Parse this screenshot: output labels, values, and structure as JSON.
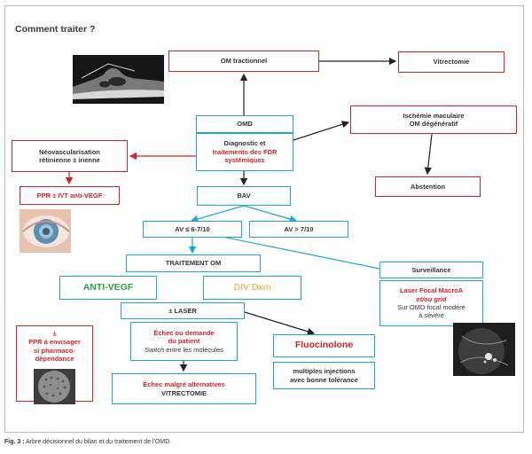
{
  "title": "Comment traiter ?",
  "nodes": {
    "om_tractionnel": "OM tractionnel",
    "vitrectomie": "Vitrectomie",
    "omd": "OMD",
    "diagnostic_line1": "Diagnostic et",
    "diagnostic_line2": "traitements des FDR",
    "diagnostic_line3": "systémiques",
    "ischemie_line1": "Ischémie maculaire",
    "ischemie_line2": "OM dégénératif",
    "neovasc_line1": "Néovascularisation",
    "neovasc_line2": "rétinienne ± irienne",
    "ppr_ivt": "PPR ± IVT anti-VEGF",
    "abstention": "Abstention",
    "bav": "BAV",
    "av_low": "AV ≤ 6-7/10",
    "av_high": "AV > 7/10",
    "traitement_om": "TRAITEMENT OM",
    "anti_vegf": "ANTI-VEGF",
    "div_dxm": "DIV Dxm",
    "surveillance": "Surveillance",
    "laser_focal_line1": "Laser Focal MacroA",
    "laser_focal_line2": "et/ou grid",
    "laser_focal_line3": "Sur OMD focal modéré",
    "laser_focal_line4": "à sévère",
    "laser": "± LASER",
    "echec_line1": "Échec ou demande",
    "echec_line2": "du patient",
    "echec_line3_italic": "Switch",
    "echec_line3_rest": " entre les molécules",
    "fluocinolone": "Fluocinolone",
    "injections_line1": "multiples injections",
    "injections_line2": "avec bonne tolérance",
    "echec_alt_line1": "Échec malgré alternatives",
    "echec_alt_line2": "VITRECTOMIE",
    "ppr_env_line1": "±",
    "ppr_env_line2": "PPR à envisager",
    "ppr_env_line3": "si pharmaco-",
    "ppr_env_line4": "dépendance"
  },
  "caption": {
    "label": "Fig. 3 :",
    "text": "Arbre décisionnel du bilan et du traitement de l'OMD."
  },
  "colors": {
    "red": "#d2232a",
    "blue": "#1da6d4",
    "green": "#2ea444",
    "orange": "#f5a623"
  }
}
